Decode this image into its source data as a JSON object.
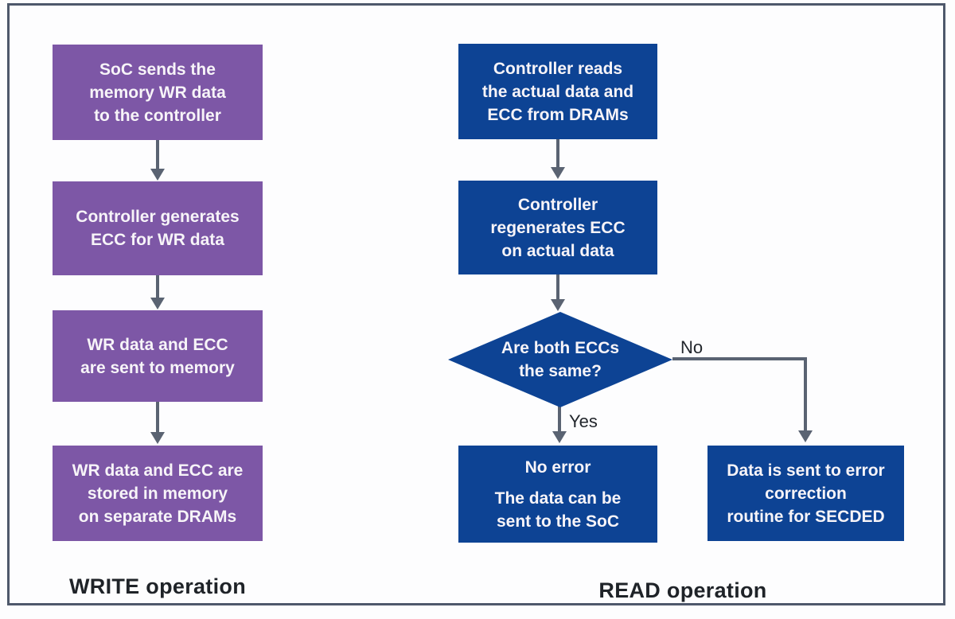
{
  "theme": {
    "purple": "#7d57a6",
    "blue": "#0d4394",
    "frame": "#4e586b",
    "arrow": "#5a6372",
    "box_text": "#f7f4f8",
    "label_text": "#1f2328",
    "background": "#fdfdfe"
  },
  "write": {
    "label": "WRITE operation",
    "steps": [
      "SoC sends the\nmemory WR data\nto the controller",
      "Controller generates\nECC for WR data",
      "WR data and ECC\nare sent to memory",
      "WR data and ECC are\nstored in memory\non separate DRAMs"
    ]
  },
  "read": {
    "label": "READ operation",
    "steps": [
      "Controller reads\nthe actual data and\nECC from DRAMs",
      "Controller\nregenerates ECC\non actual data"
    ],
    "decision": "Are both ECCs\nthe same?",
    "yes_label": "Yes",
    "no_label": "No",
    "no_error": {
      "title": "No error",
      "body": "The data can be\nsent to the SoC"
    },
    "secded": "Data is sent to error\ncorrection\nroutine for SECDED"
  }
}
